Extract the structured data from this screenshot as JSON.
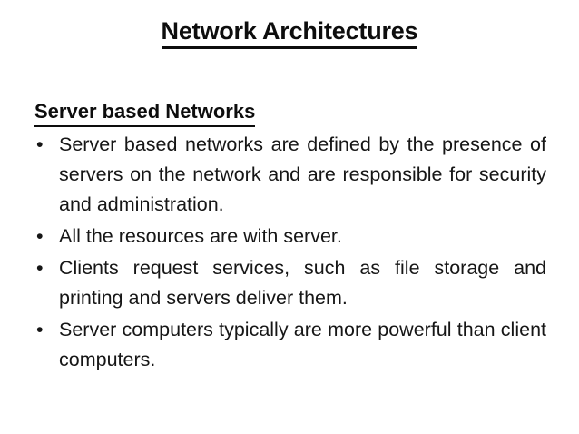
{
  "slide": {
    "background_color": "#ffffff",
    "text_color": "#161616",
    "title": "Network Architectures",
    "subheading": "Server based Networks",
    "bullet_marker": "•",
    "bullets": [
      "Server based networks are defined by the presence of servers on the network and are responsible for security and administration.",
      "All the resources are with server.",
      "Clients request services, such as file storage and printing and servers deliver them.",
      "Server computers typically are more powerful than client computers."
    ]
  }
}
